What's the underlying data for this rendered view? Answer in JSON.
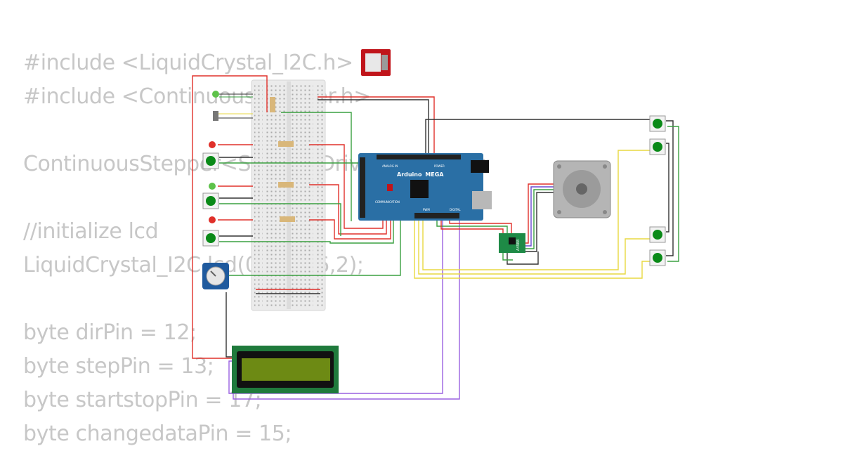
{
  "code_lines": [
    "#include <LiquidCrystal_I2C.h>",
    "#include <ContinuousStepper.h>",
    "",
    "ContinuousStepper<StepperDriver> stepper;",
    "",
    "//initialize lcd",
    "LiquidCrystal_I2C lcd(0x27,16,2);",
    "",
    "byte dirPin = 12;",
    "byte stepPin = 13;",
    "byte startstopPin = 17;",
    "byte changedataPin = 15;"
  ],
  "board": {
    "brand": "Arduino",
    "model": "MEGA",
    "labels": [
      "POWER",
      "ANALOG IN",
      "PWM",
      "COMMUNICATION",
      "DIGITAL"
    ]
  },
  "driver_label": "A4988",
  "colors": {
    "board": "#2a6fa5",
    "wire_red": "#e0302a",
    "wire_black": "#333333",
    "wire_green": "#3aa040",
    "wire_yellow": "#e8d840",
    "wire_purple": "#9a60e0",
    "button_green": "#0a8a18",
    "lcd_screen": "#6d8a14",
    "lcd_pcb": "#1f7a3c"
  },
  "icons": [
    "sd-card-module-icon",
    "stepper-motor-icon",
    "potentiometer-icon",
    "slide-switch-icon"
  ]
}
